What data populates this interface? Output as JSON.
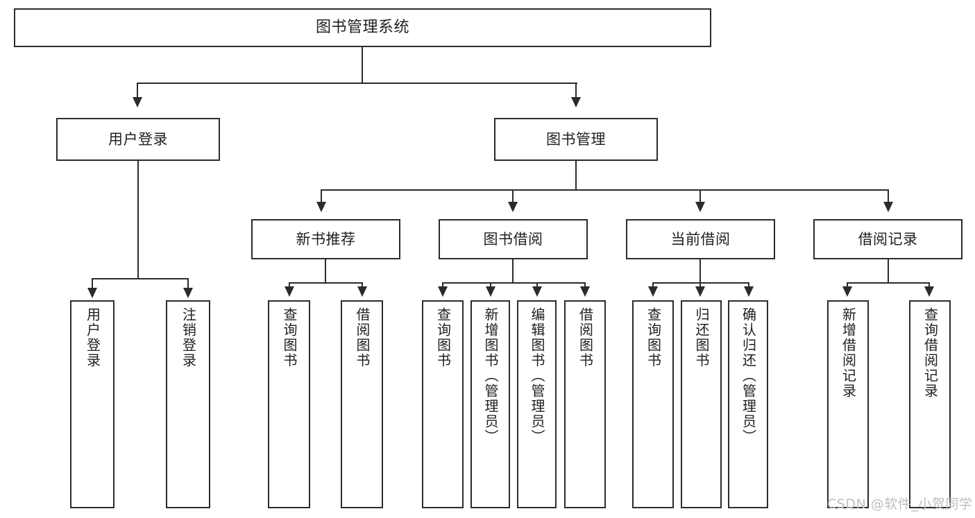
{
  "diagram": {
    "title": "图书管理系统",
    "watermark": "CSDN @软件_小贺同学",
    "levels": {
      "level1": {
        "label": "图书管理系统"
      },
      "level2": [
        {
          "label": "用户登录"
        },
        {
          "label": "图书管理"
        }
      ],
      "level3": [
        {
          "label": "新书推荐"
        },
        {
          "label": "图书借阅"
        },
        {
          "label": "当前借阅"
        },
        {
          "label": "借阅记录"
        }
      ],
      "leaves": {
        "user_login": [
          {
            "label": "用户登录"
          },
          {
            "label": "注销登录"
          }
        ],
        "new_book_recommend": [
          {
            "label": "查询图书"
          },
          {
            "label": "借阅图书"
          }
        ],
        "book_borrow": [
          {
            "label": "查询图书"
          },
          {
            "label": "新增图书（管理员）"
          },
          {
            "label": "编辑图书（管理员）"
          },
          {
            "label": "借阅图书"
          }
        ],
        "current_borrow": [
          {
            "label": "查询图书"
          },
          {
            "label": "归还图书"
          },
          {
            "label": "确认归还（管理员）"
          }
        ],
        "borrow_record": [
          {
            "label": "新增借阅记录"
          },
          {
            "label": "查询借阅记录"
          }
        ]
      }
    },
    "colors": {
      "stroke": "#2b2b2b",
      "fill": "#ffffff",
      "text": "#1f1f1f",
      "watermark": "#bdbdbd"
    }
  }
}
